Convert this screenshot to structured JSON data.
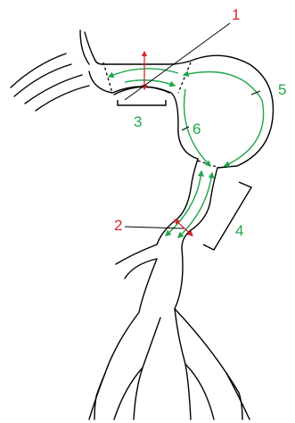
{
  "colors": {
    "outline": "#000000",
    "green": "#20a64a",
    "red": "#d9232d",
    "background": "#ffffff"
  },
  "labels": [
    {
      "key": "1",
      "text": "1",
      "color": "red"
    },
    {
      "key": "2",
      "text": "2",
      "color": "red"
    },
    {
      "key": "3",
      "text": "3",
      "color": "green"
    },
    {
      "key": "4",
      "text": "4",
      "color": "green"
    },
    {
      "key": "5",
      "text": "5",
      "color": "green"
    },
    {
      "key": "6",
      "text": "6",
      "color": "green"
    }
  ]
}
